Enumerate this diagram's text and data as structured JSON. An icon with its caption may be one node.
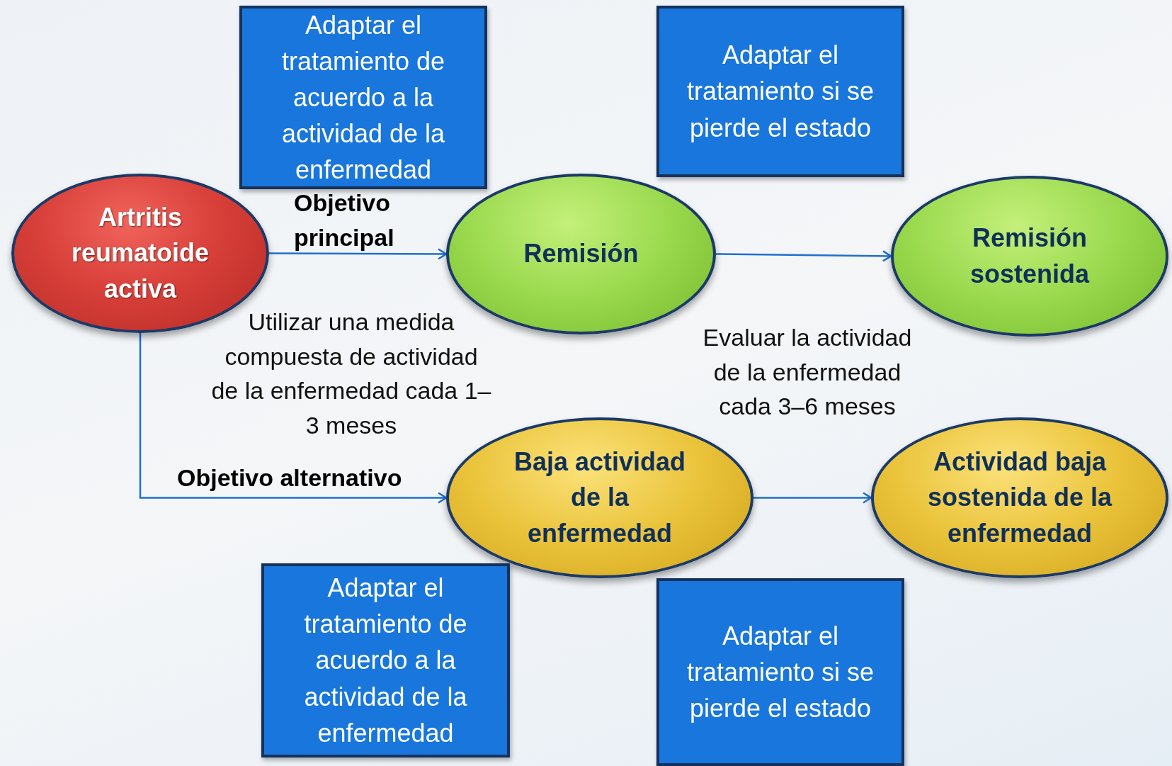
{
  "diagram": {
    "nodes": [
      {
        "text": [
          "Adaptar el tratamiento de acuerdo a la actividad de la enfermedad"
        ]
      },
      {
        "text": [
          "Adaptar el tratamiento si se pierde el estado"
        ]
      },
      {
        "text": [
          "Artritis reumatoide activa"
        ]
      },
      {
        "text": [
          "Remisión"
        ]
      },
      {
        "text": [
          "Remisión sostenida"
        ]
      },
      {
        "text": [
          "Baja actividad de la enfermedad"
        ]
      },
      {
        "text": [
          "Actividad baja sostenida de la enfermedad"
        ]
      },
      {
        "text": [
          "Adaptar el tratamiento de acuerdo a la actividad de la enfermedad"
        ]
      },
      {
        "text": [
          "Adaptar el tratamiento si se pierde el estado"
        ]
      }
    ],
    "edges": [
      {
        "from": 2,
        "to": 3,
        "arrow": "to",
        "label": "Objetivo principal"
      },
      {
        "from": 3,
        "to": 4,
        "arrow": "to"
      },
      {
        "from": 2,
        "to": 5,
        "arrow": "to",
        "label": "Objetivo alternativo"
      },
      {
        "from": 5,
        "to": 6,
        "arrow": "to"
      }
    ],
    "labels": [
      "Utilizar una medida compuesta de actividad de la enfermedad cada 1–3 meses",
      "Evaluar la actividad de la enfermedad cada 3–6 meses"
    ]
  }
}
